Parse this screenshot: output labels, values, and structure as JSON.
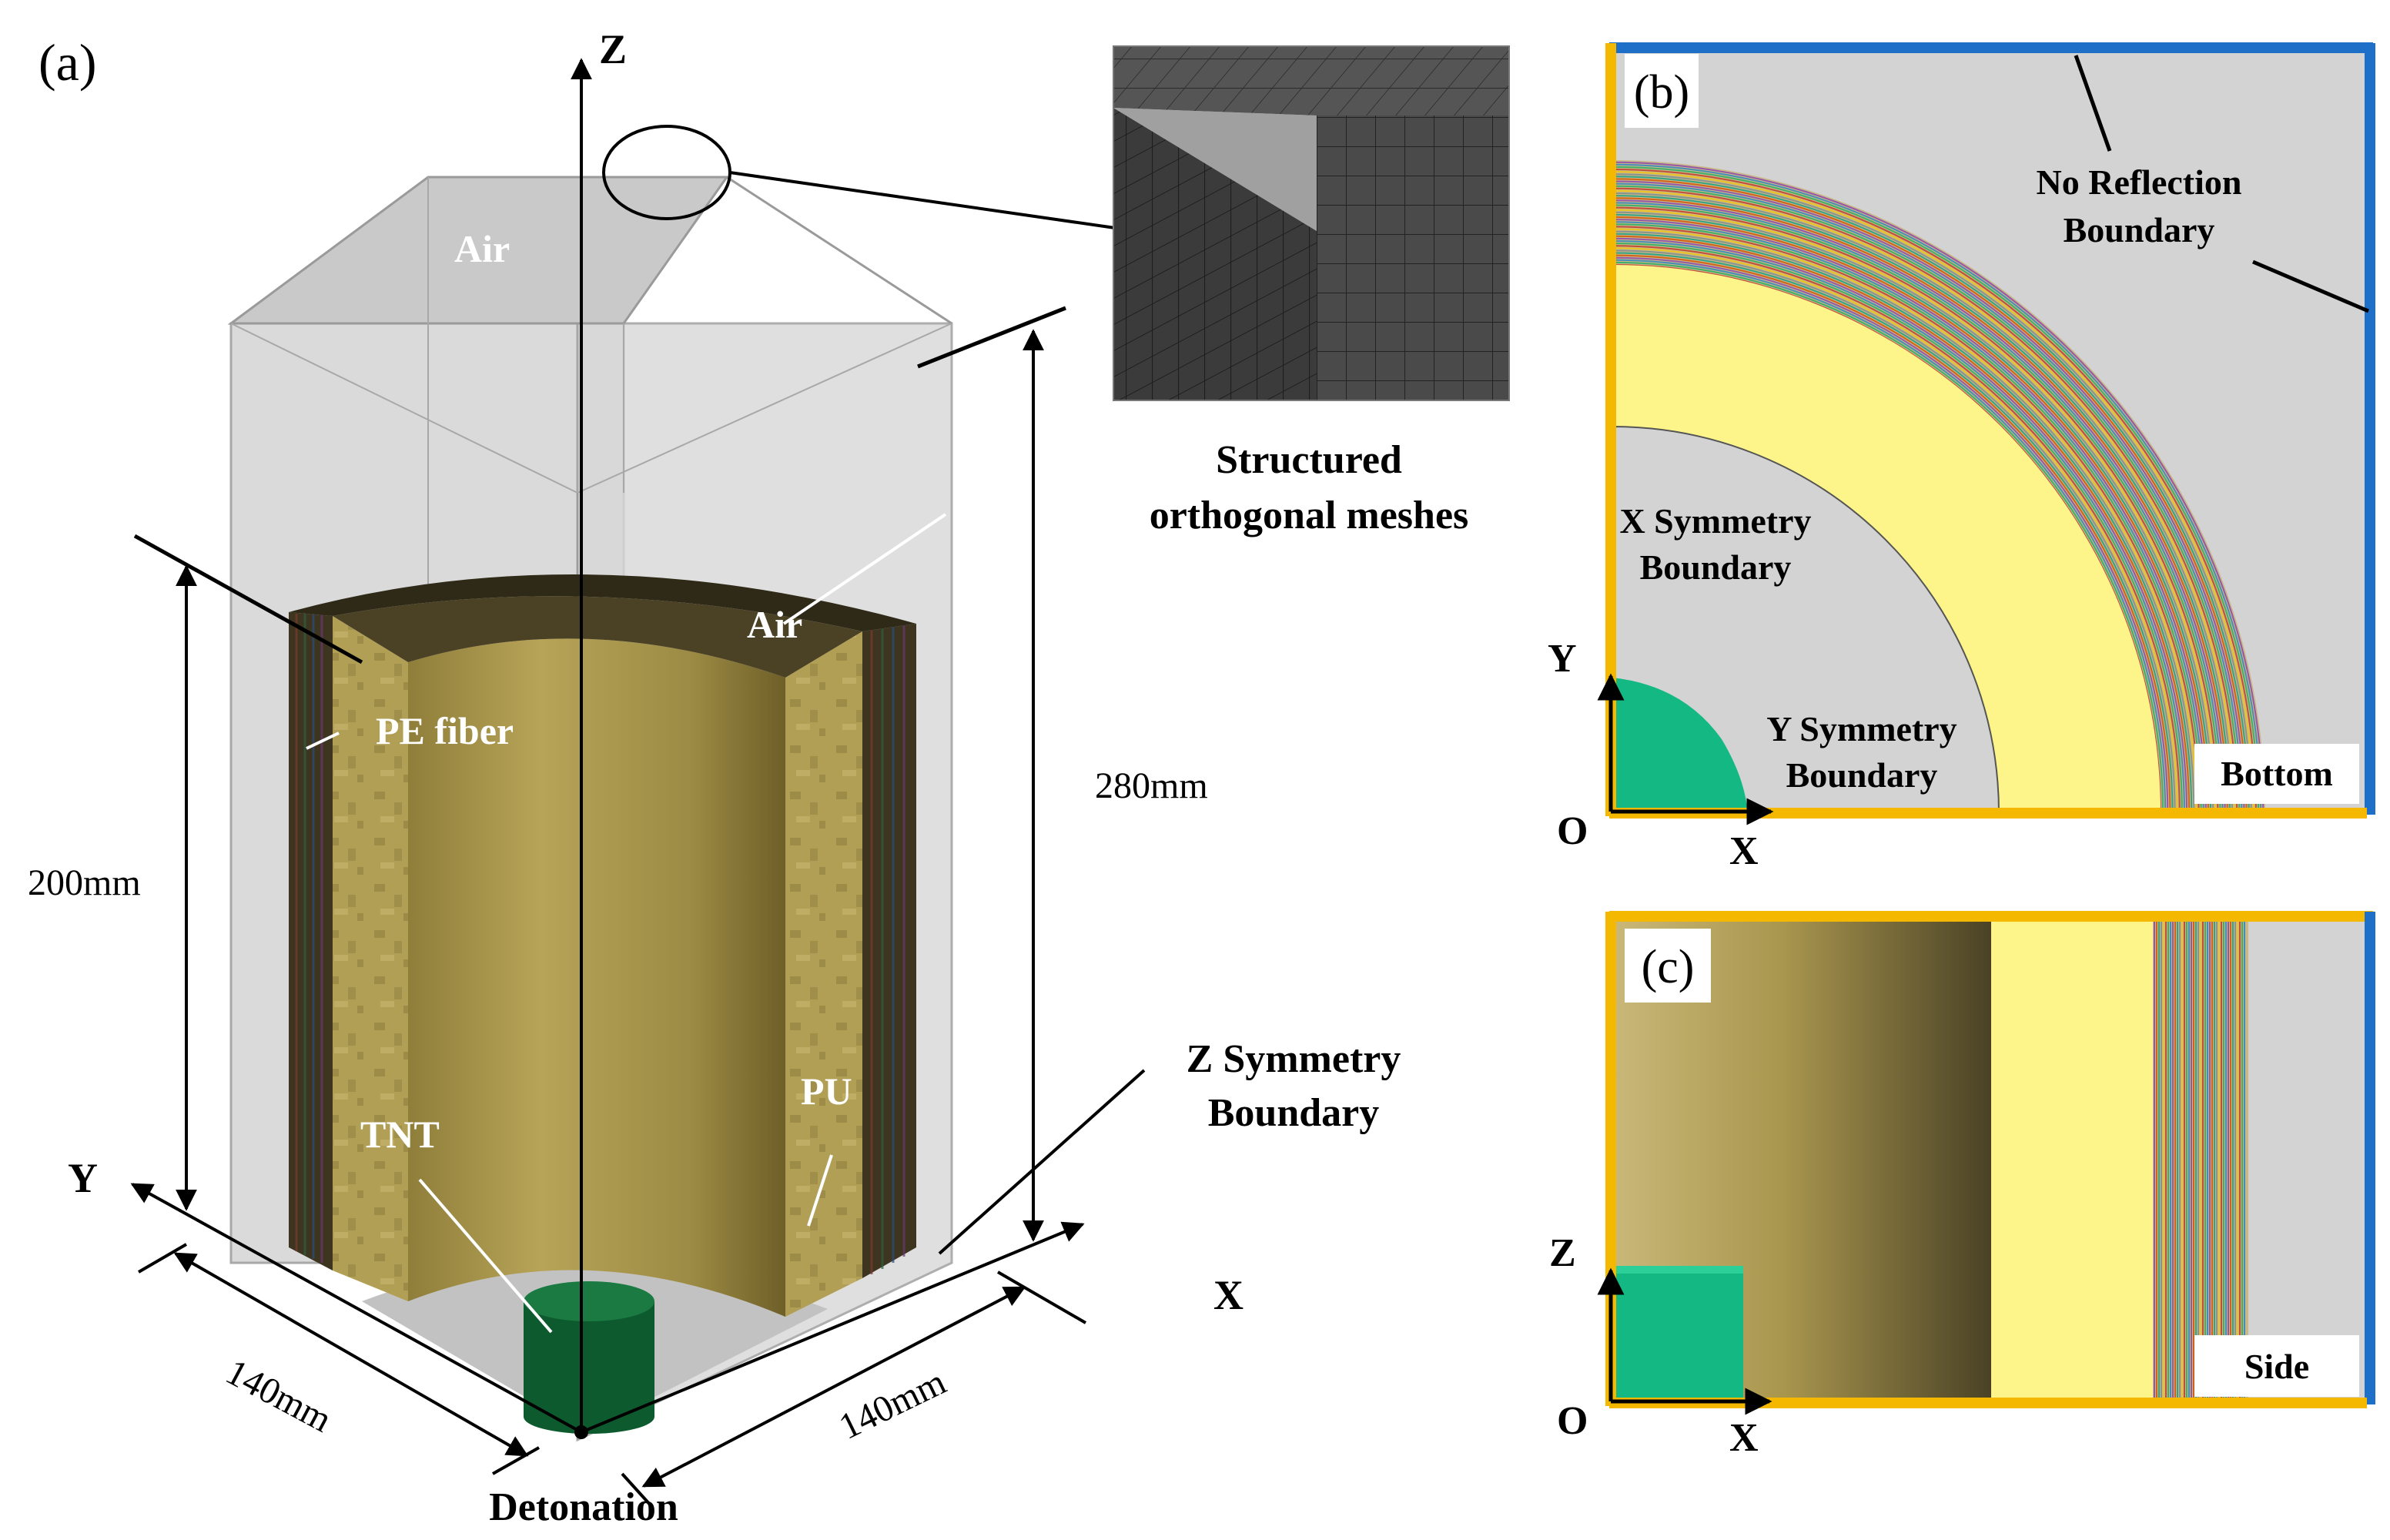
{
  "panel_a": {
    "tag": "(a)",
    "axis_z": "Z",
    "axis_y": "Y",
    "axis_x": "X",
    "air_top": "Air",
    "air_inner": "Air",
    "pe_fiber": "PE fiber",
    "pu": "PU",
    "tnt": "TNT",
    "dim_200": "200mm",
    "dim_280": "280mm",
    "dim_140_left": "140mm",
    "dim_140_right": "140mm",
    "detonation": "Detonation",
    "z_sym_line1": "Z Symmetry",
    "z_sym_line2": "Boundary",
    "mesh_line1": "Structured",
    "mesh_line2": "orthogonal meshes"
  },
  "panel_b": {
    "tag": "(b)",
    "no_reflection_line1": "No Reflection",
    "no_reflection_line2": "Boundary",
    "x_sym_line1": "X Symmetry",
    "x_sym_line2": "Boundary",
    "y_sym_line1": "Y Symmetry",
    "y_sym_line2": "Boundary",
    "axis_y": "Y",
    "axis_x": "X",
    "origin": "O",
    "view": "Bottom"
  },
  "panel_c": {
    "tag": "(c)",
    "axis_z": "Z",
    "axis_x": "X",
    "origin": "O",
    "view": "Side"
  },
  "colors": {
    "boundary_symmetry": "#f5b800",
    "boundary_no_reflection": "#1e6fc8",
    "air": "#d3d3d3",
    "pu": "#fdf48a",
    "tnt": "#14b883",
    "tnt_3d": "#0d5a2e",
    "pe_inner_wall": "#b3a054",
    "pe_fiber_layers": [
      "#c0392b",
      "#27ae60",
      "#2e86c1",
      "#8e44ad",
      "#d35400",
      "#16a085",
      "#7f8c8d",
      "#f1c40f"
    ]
  }
}
